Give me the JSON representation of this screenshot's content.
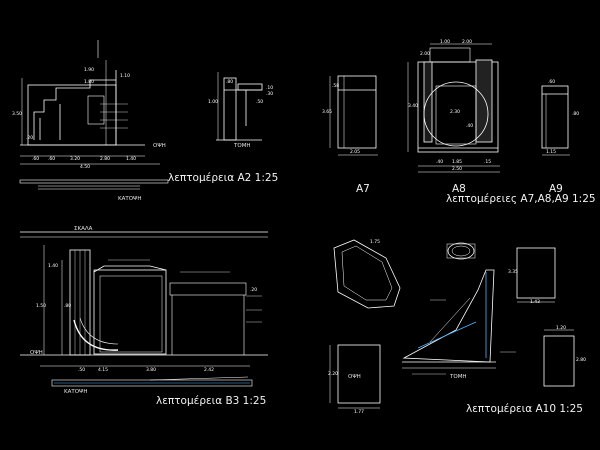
{
  "sheets": {
    "a2": {
      "caption": "λεπτομέρεια Α2  1:25",
      "view_front": "ΟΨΗ",
      "view_section": "ΤΟΜΗ",
      "view_plan": "ΚΑΤΟΨΗ",
      "dims": [
        "1.90",
        "1.10",
        "1.80",
        "3.50",
        "3.20",
        "2.80",
        ".60",
        "4.50",
        ".80",
        ".10",
        ".30",
        ".50",
        "1.00",
        ".20",
        ".60",
        "1.40"
      ]
    },
    "a789": {
      "caption": "λεπτομέρειες Α7,Α8,Α9  1:25",
      "labels": [
        "Α7",
        "Α8",
        "Α9"
      ],
      "dims": [
        "2.05",
        "3.65",
        ".58",
        "1.00",
        "2.00",
        "2.00",
        "1.85",
        "2.50",
        "1.15",
        "3.40",
        "2.30",
        ".40",
        ".15",
        ".80",
        ".40",
        ".60"
      ]
    },
    "b3": {
      "caption": "λεπτομέρεια Β3  1:25",
      "top_label": "ΣΚΑΛΑ",
      "view_front": "ΟΨΗ",
      "view_plan": "ΚΑΤΟΨΗ",
      "dims": [
        "4.15",
        "3.80",
        "2.42",
        "1.40",
        "1.50",
        ".80",
        ".20",
        ".50"
      ]
    },
    "a10": {
      "caption": "λεπτομέρεια Α10  1:25",
      "view_front": "ΟΨΗ",
      "view_section": "ΤΟΜΗ",
      "dims": [
        "1.75",
        "1.43",
        "1.20",
        "3.35",
        "2.20",
        "1.77",
        "2.80"
      ]
    }
  },
  "colors": {
    "background": "#000000",
    "line": "#ffffff",
    "accent": "#4fb3ff"
  }
}
